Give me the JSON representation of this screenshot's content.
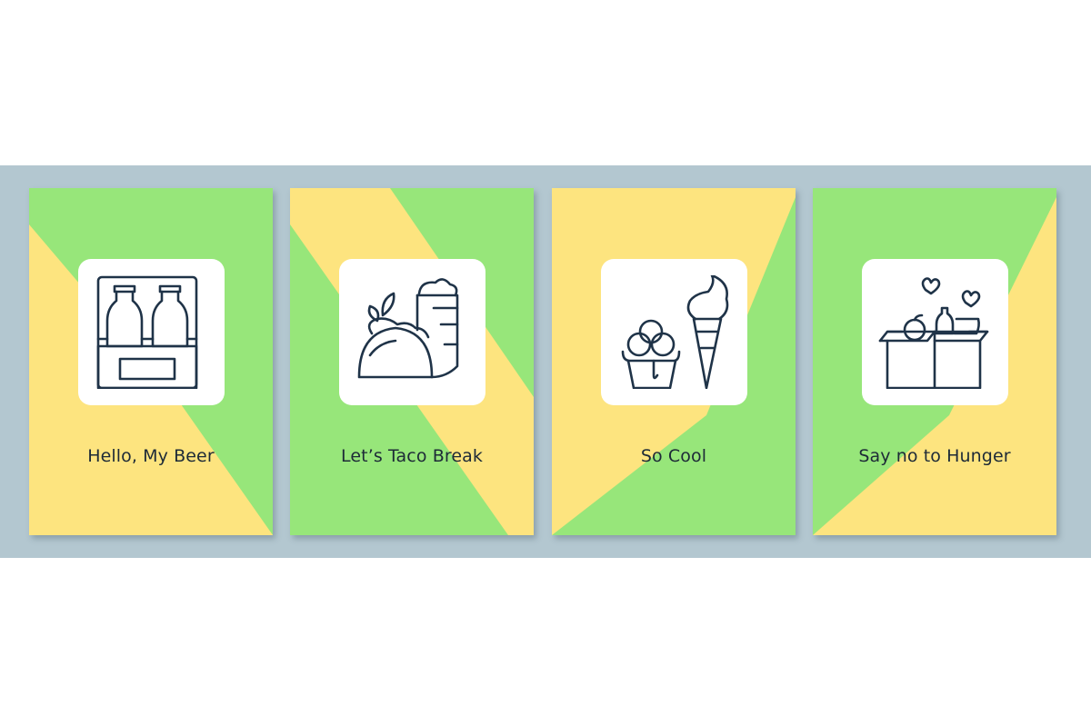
{
  "colors": {
    "band": "#b3c7d0",
    "green": "#97e67a",
    "yellow": "#fde47f",
    "ink": "#1f3348"
  },
  "cards": [
    {
      "caption": "Hello, My Beer",
      "icon": "beer-crate-icon"
    },
    {
      "caption": "Let’s Taco Break",
      "icon": "taco-burrito-icon"
    },
    {
      "caption": "So Cool",
      "icon": "ice-cream-icon"
    },
    {
      "caption": "Say no to Hunger",
      "icon": "food-donation-box-icon"
    }
  ]
}
